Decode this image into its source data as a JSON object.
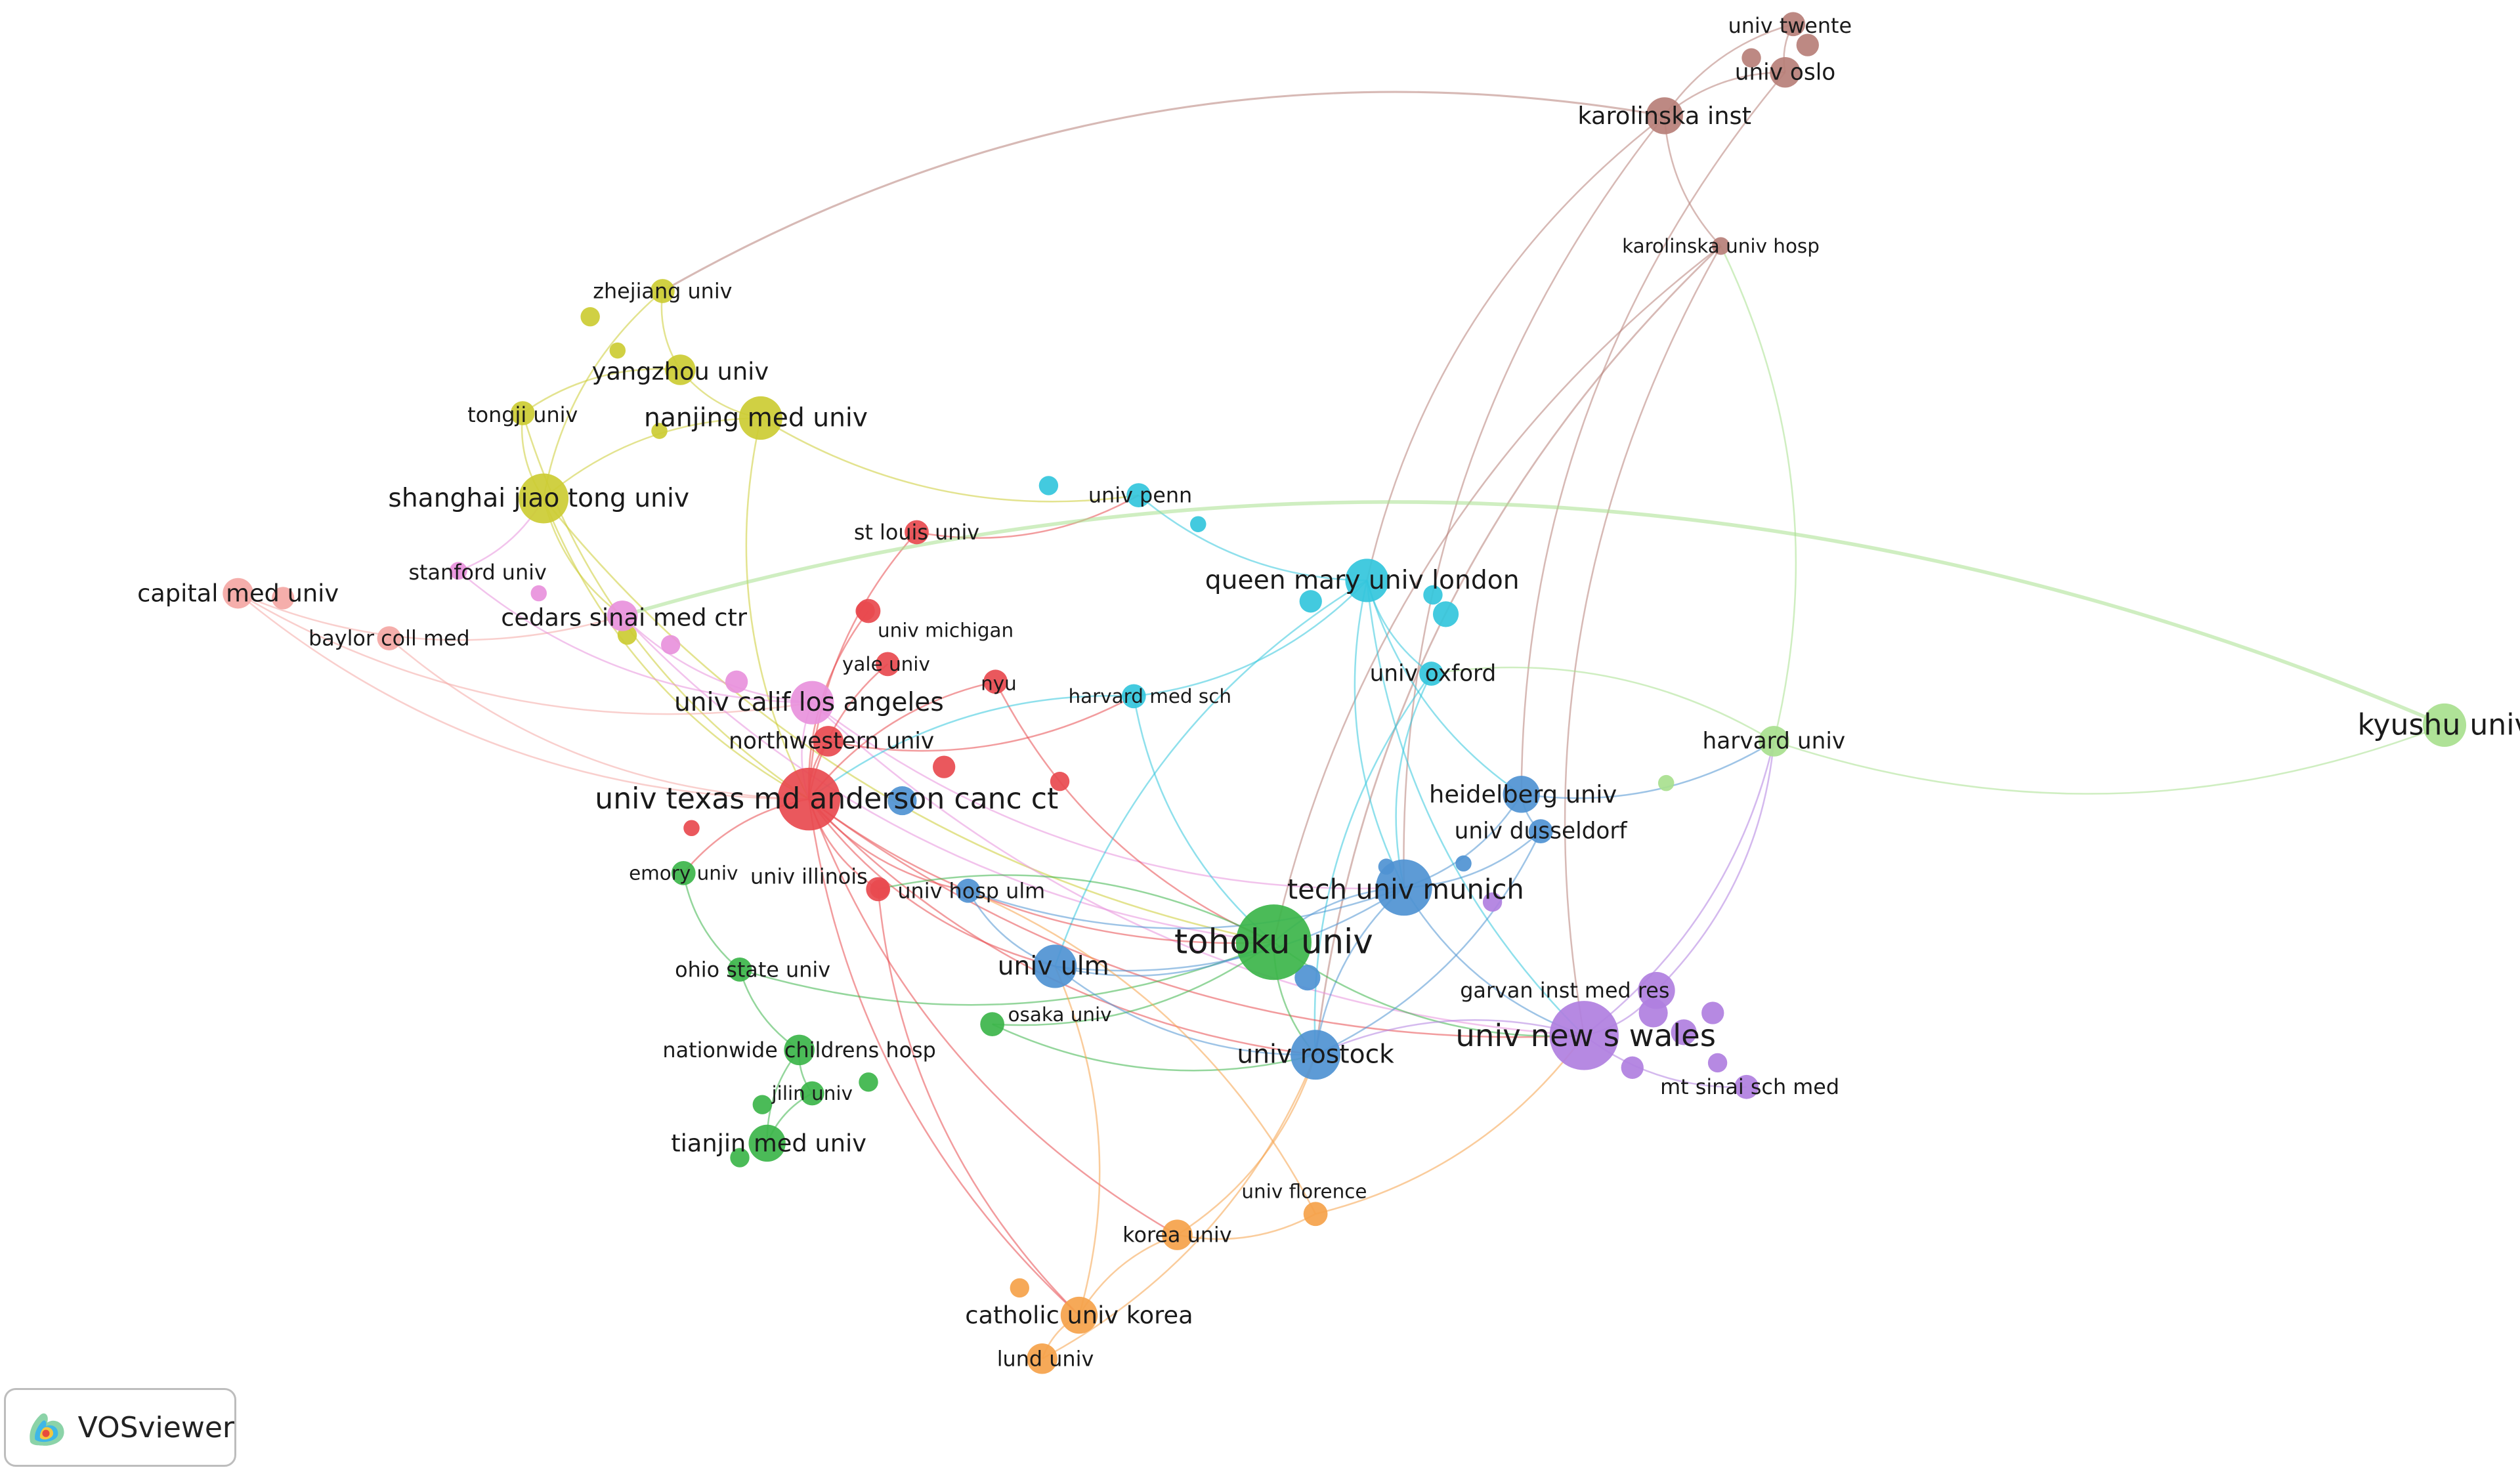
{
  "app": {
    "brand": "VOSviewer",
    "logo_icon": "vosviewer-logo-icon"
  },
  "cluster_colors": {
    "red": "#e84a4f",
    "green": "#3cb54a",
    "blue": "#4f93d2",
    "yellow": "#cccc33",
    "purple": "#b07fe0",
    "cyan": "#33c6dc",
    "orange": "#f5a24a",
    "brown": "#b77f78",
    "pink": "#e891dc",
    "salmon": "#f4a7a4",
    "lightgreen": "#a8e08e"
  },
  "network": {
    "nodes": [
      {
        "id": "univ-twente",
        "label": "univ twente",
        "cluster": "brown",
        "weight": 2
      },
      {
        "id": "univ-oslo",
        "label": "univ oslo",
        "cluster": "brown",
        "weight": 3
      },
      {
        "id": "karolinska-inst",
        "label": "karolinska inst",
        "cluster": "brown",
        "weight": 4
      },
      {
        "id": "karolinska-univ-hosp",
        "label": "karolinska univ hosp",
        "cluster": "brown",
        "weight": 1
      },
      {
        "id": "zhejiang-univ",
        "label": "zhejiang univ",
        "cluster": "yellow",
        "weight": 2
      },
      {
        "id": "yangzhou-univ",
        "label": "yangzhou univ",
        "cluster": "yellow",
        "weight": 3
      },
      {
        "id": "tongji-univ",
        "label": "tongji univ",
        "cluster": "yellow",
        "weight": 2
      },
      {
        "id": "nanjing-med-univ",
        "label": "nanjing med univ",
        "cluster": "yellow",
        "weight": 5
      },
      {
        "id": "shanghai-jiao-tong-univ",
        "label": "shanghai jiao tong univ",
        "cluster": "yellow",
        "weight": 6
      },
      {
        "id": "capital-med-univ",
        "label": "capital med univ",
        "cluster": "salmon",
        "weight": 3
      },
      {
        "id": "stanford-univ",
        "label": "stanford univ",
        "cluster": "pink",
        "weight": 1
      },
      {
        "id": "baylor-coll-med",
        "label": "baylor coll med",
        "cluster": "salmon",
        "weight": 2
      },
      {
        "id": "cedars-sinai-med-ctr",
        "label": "cedars sinai med ctr",
        "cluster": "pink",
        "weight": 3
      },
      {
        "id": "st-louis-univ",
        "label": "st louis univ",
        "cluster": "red",
        "weight": 2
      },
      {
        "id": "univ-michigan",
        "label": "univ michigan",
        "cluster": "red",
        "weight": 2
      },
      {
        "id": "yale-univ",
        "label": "yale univ",
        "cluster": "red",
        "weight": 2
      },
      {
        "id": "nyu",
        "label": "nyu",
        "cluster": "red",
        "weight": 2
      },
      {
        "id": "univ-calif-los-angeles",
        "label": "univ calif los angeles",
        "cluster": "pink",
        "weight": 5
      },
      {
        "id": "northwestern-univ",
        "label": "northwestern univ",
        "cluster": "red",
        "weight": 3
      },
      {
        "id": "harvard-med-sch",
        "label": "harvard med sch",
        "cluster": "cyan",
        "weight": 2
      },
      {
        "id": "univ-penn",
        "label": "univ penn",
        "cluster": "cyan",
        "weight": 2
      },
      {
        "id": "queen-mary-univ-london",
        "label": "queen mary univ london",
        "cluster": "cyan",
        "weight": 5
      },
      {
        "id": "univ-oxford",
        "label": "univ oxford",
        "cluster": "cyan",
        "weight": 2
      },
      {
        "id": "univ-texas-md-anderson-canc-ctr",
        "label": "univ texas md anderson canc ct",
        "cluster": "red",
        "weight": 8
      },
      {
        "id": "emory-univ",
        "label": "emory univ",
        "cluster": "green",
        "weight": 2
      },
      {
        "id": "univ-illinois",
        "label": "univ illinois",
        "cluster": "red",
        "weight": 2
      },
      {
        "id": "univ-hosp-ulm",
        "label": "univ hosp ulm",
        "cluster": "blue",
        "weight": 2
      },
      {
        "id": "heidelberg-univ",
        "label": "heidelberg univ",
        "cluster": "blue",
        "weight": 4
      },
      {
        "id": "univ-dusseldorf",
        "label": "univ dusseldorf",
        "cluster": "blue",
        "weight": 2
      },
      {
        "id": "tech-univ-munich",
        "label": "tech univ munich",
        "cluster": "blue",
        "weight": 7
      },
      {
        "id": "tohoku-univ",
        "label": "tohoku univ",
        "cluster": "green",
        "weight": 10
      },
      {
        "id": "univ-ulm",
        "label": "univ ulm",
        "cluster": "blue",
        "weight": 5
      },
      {
        "id": "ohio-state-univ",
        "label": "ohio state univ",
        "cluster": "green",
        "weight": 2
      },
      {
        "id": "osaka-univ",
        "label": "osaka univ",
        "cluster": "green",
        "weight": 2
      },
      {
        "id": "garvan-inst-med-res",
        "label": "garvan inst med res",
        "cluster": "purple",
        "weight": 4
      },
      {
        "id": "univ-new-s-wales",
        "label": "univ new s wales",
        "cluster": "purple",
        "weight": 9
      },
      {
        "id": "univ-rostock",
        "label": "univ rostock",
        "cluster": "blue",
        "weight": 6
      },
      {
        "id": "nationwide-childrens-hosp",
        "label": "nationwide childrens hosp",
        "cluster": "green",
        "weight": 3
      },
      {
        "id": "jilin-univ",
        "label": "jilin univ",
        "cluster": "green",
        "weight": 2
      },
      {
        "id": "tianjin-med-univ",
        "label": "tianjin med univ",
        "cluster": "green",
        "weight": 4
      },
      {
        "id": "mt-sinai-sch-med",
        "label": "mt sinai sch med",
        "cluster": "purple",
        "weight": 2
      },
      {
        "id": "harvard-univ",
        "label": "harvard univ",
        "cluster": "lightgreen",
        "weight": 3
      },
      {
        "id": "kyushu-univ",
        "label": "kyushu univ",
        "cluster": "lightgreen",
        "weight": 5
      },
      {
        "id": "univ-florence",
        "label": "univ florence",
        "cluster": "orange",
        "weight": 2
      },
      {
        "id": "korea-univ",
        "label": "korea univ",
        "cluster": "orange",
        "weight": 3
      },
      {
        "id": "catholic-univ-korea",
        "label": "catholic univ korea",
        "cluster": "orange",
        "weight": 4
      },
      {
        "id": "lund-univ",
        "label": "lund univ",
        "cluster": "orange",
        "weight": 3
      }
    ],
    "edges": [
      [
        "univ-twente",
        "univ-oslo"
      ],
      [
        "univ-twente",
        "karolinska-inst"
      ],
      [
        "univ-oslo",
        "karolinska-inst"
      ],
      [
        "karolinska-inst",
        "karolinska-univ-hosp"
      ],
      [
        "karolinska-inst",
        "queen-mary-univ-london"
      ],
      [
        "karolinska-inst",
        "zhejiang-univ"
      ],
      [
        "karolinska-inst",
        "tech-univ-munich"
      ],
      [
        "karolinska-univ-hosp",
        "univ-new-s-wales"
      ],
      [
        "karolinska-univ-hosp",
        "univ-rostock"
      ],
      [
        "karolinska-univ-hosp",
        "tohoku-univ"
      ],
      [
        "univ-oslo",
        "heidelberg-univ"
      ],
      [
        "zhejiang-univ",
        "yangzhou-univ"
      ],
      [
        "zhejiang-univ",
        "shanghai-jiao-tong-univ"
      ],
      [
        "yangzhou-univ",
        "nanjing-med-univ"
      ],
      [
        "yangzhou-univ",
        "tongji-univ"
      ],
      [
        "tongji-univ",
        "shanghai-jiao-tong-univ"
      ],
      [
        "nanjing-med-univ",
        "shanghai-jiao-tong-univ"
      ],
      [
        "nanjing-med-univ",
        "univ-texas-md-anderson-canc-ctr"
      ],
      [
        "nanjing-med-univ",
        "univ-penn"
      ],
      [
        "shanghai-jiao-tong-univ",
        "cedars-sinai-med-ctr"
      ],
      [
        "shanghai-jiao-tong-univ",
        "univ-texas-md-anderson-canc-ctr"
      ],
      [
        "shanghai-jiao-tong-univ",
        "tohoku-univ"
      ],
      [
        "tongji-univ",
        "univ-texas-md-anderson-canc-ctr"
      ],
      [
        "capital-med-univ",
        "cedars-sinai-med-ctr"
      ],
      [
        "capital-med-univ",
        "univ-texas-md-anderson-canc-ctr"
      ],
      [
        "capital-med-univ",
        "univ-calif-los-angeles"
      ],
      [
        "baylor-coll-med",
        "univ-texas-md-anderson-canc-ctr"
      ],
      [
        "stanford-univ",
        "univ-calif-los-angeles"
      ],
      [
        "stanford-univ",
        "shanghai-jiao-tong-univ"
      ],
      [
        "cedars-sinai-med-ctr",
        "univ-calif-los-angeles"
      ],
      [
        "cedars-sinai-med-ctr",
        "tohoku-univ"
      ],
      [
        "univ-calif-los-angeles",
        "univ-texas-md-anderson-canc-ctr"
      ],
      [
        "univ-calif-los-angeles",
        "tech-univ-munich"
      ],
      [
        "univ-calif-los-angeles",
        "univ-new-s-wales"
      ],
      [
        "st-louis-univ",
        "univ-texas-md-anderson-canc-ctr"
      ],
      [
        "st-louis-univ",
        "univ-penn"
      ],
      [
        "univ-michigan",
        "univ-texas-md-anderson-canc-ctr"
      ],
      [
        "yale-univ",
        "univ-texas-md-anderson-canc-ctr"
      ],
      [
        "nyu",
        "univ-texas-md-anderson-canc-ctr"
      ],
      [
        "nyu",
        "tohoku-univ"
      ],
      [
        "northwestern-univ",
        "univ-texas-md-anderson-canc-ctr"
      ],
      [
        "northwestern-univ",
        "harvard-med-sch"
      ],
      [
        "harvard-med-sch",
        "queen-mary-univ-london"
      ],
      [
        "harvard-med-sch",
        "univ-texas-md-anderson-canc-ctr"
      ],
      [
        "harvard-med-sch",
        "tohoku-univ"
      ],
      [
        "univ-penn",
        "queen-mary-univ-london"
      ],
      [
        "queen-mary-univ-london",
        "univ-oxford"
      ],
      [
        "queen-mary-univ-london",
        "tech-univ-munich"
      ],
      [
        "queen-mary-univ-london",
        "univ-ulm"
      ],
      [
        "queen-mary-univ-london",
        "univ-new-s-wales"
      ],
      [
        "queen-mary-univ-london",
        "heidelberg-univ"
      ],
      [
        "univ-oxford",
        "tech-univ-munich"
      ],
      [
        "univ-oxford",
        "univ-rostock"
      ],
      [
        "univ-texas-md-anderson-canc-ctr",
        "tohoku-univ"
      ],
      [
        "univ-texas-md-anderson-canc-ctr",
        "univ-illinois"
      ],
      [
        "univ-texas-md-anderson-canc-ctr",
        "univ-hosp-ulm"
      ],
      [
        "univ-texas-md-anderson-canc-ctr",
        "emory-univ"
      ],
      [
        "univ-texas-md-anderson-canc-ctr",
        "univ-ulm"
      ],
      [
        "univ-texas-md-anderson-canc-ctr",
        "univ-rostock"
      ],
      [
        "univ-texas-md-anderson-canc-ctr",
        "catholic-univ-korea"
      ],
      [
        "univ-texas-md-anderson-canc-ctr",
        "univ-new-s-wales"
      ],
      [
        "univ-texas-md-anderson-canc-ctr",
        "korea-univ"
      ],
      [
        "emory-univ",
        "ohio-state-univ"
      ],
      [
        "ohio-state-univ",
        "nationwide-childrens-hosp"
      ],
      [
        "ohio-state-univ",
        "tohoku-univ"
      ],
      [
        "nationwide-childrens-hosp",
        "jilin-univ"
      ],
      [
        "jilin-univ",
        "tianjin-med-univ"
      ],
      [
        "nationwide-childrens-hosp",
        "tianjin-med-univ"
      ],
      [
        "osaka-univ",
        "tohoku-univ"
      ],
      [
        "osaka-univ",
        "univ-rostock"
      ],
      [
        "univ-hosp-ulm",
        "univ-ulm"
      ],
      [
        "univ-hosp-ulm",
        "tech-univ-munich"
      ],
      [
        "univ-ulm",
        "tech-univ-munich"
      ],
      [
        "univ-ulm",
        "univ-rostock"
      ],
      [
        "univ-ulm",
        "tohoku-univ"
      ],
      [
        "tech-univ-munich",
        "heidelberg-univ"
      ],
      [
        "tech-univ-munich",
        "univ-dusseldorf"
      ],
      [
        "tech-univ-munich",
        "tohoku-univ"
      ],
      [
        "tech-univ-munich",
        "univ-new-s-wales"
      ],
      [
        "tech-univ-munich",
        "univ-rostock"
      ],
      [
        "heidelberg-univ",
        "univ-dusseldorf"
      ],
      [
        "heidelberg-univ",
        "harvard-univ"
      ],
      [
        "tohoku-univ",
        "univ-new-s-wales"
      ],
      [
        "tohoku-univ",
        "univ-rostock"
      ],
      [
        "tohoku-univ",
        "univ-illinois"
      ],
      [
        "univ-new-s-wales",
        "garvan-inst-med-res"
      ],
      [
        "univ-new-s-wales",
        "mt-sinai-sch-med"
      ],
      [
        "univ-new-s-wales",
        "harvard-univ"
      ],
      [
        "univ-new-s-wales",
        "univ-rostock"
      ],
      [
        "garvan-inst-med-res",
        "harvard-univ"
      ],
      [
        "harvard-univ",
        "kyushu-univ"
      ],
      [
        "harvard-univ",
        "karolinska-univ-hosp"
      ],
      [
        "harvard-univ",
        "univ-oxford"
      ],
      [
        "kyushu-univ",
        "cedars-sinai-med-ctr"
      ],
      [
        "korea-univ",
        "catholic-univ-korea"
      ],
      [
        "korea-univ",
        "univ-florence"
      ],
      [
        "korea-univ",
        "univ-rostock"
      ],
      [
        "univ-florence",
        "univ-new-s-wales"
      ],
      [
        "univ-florence",
        "univ-hosp-ulm"
      ],
      [
        "catholic-univ-korea",
        "lund-univ"
      ],
      [
        "catholic-univ-korea",
        "univ-ulm"
      ],
      [
        "lund-univ",
        "univ-rostock"
      ],
      [
        "univ-rostock",
        "univ-dusseldorf"
      ],
      [
        "univ-illinois",
        "catholic-univ-korea"
      ]
    ]
  }
}
